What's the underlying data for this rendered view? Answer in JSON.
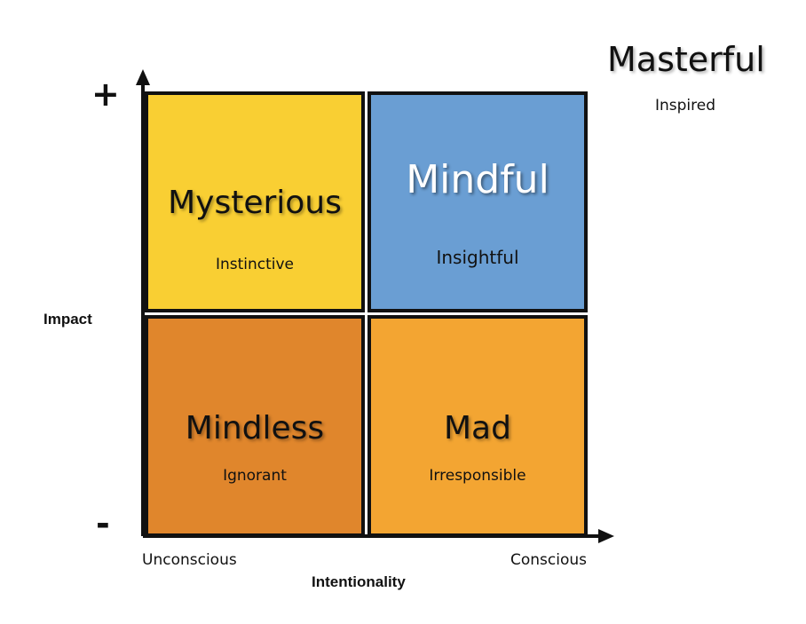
{
  "colors": {
    "mysterious": "#f9cf33",
    "mindful": "#6a9ed3",
    "mindless": "#e0862c",
    "mad": "#f3a532",
    "border": "#111111",
    "axis": "#111111"
  },
  "quadrants": {
    "top_left": {
      "title": "Mysterious",
      "subtitle": "Instinctive"
    },
    "top_right": {
      "title": "Mindful",
      "subtitle": "Insightful"
    },
    "bottom_left": {
      "title": "Mindless",
      "subtitle": "Ignorant"
    },
    "bottom_right": {
      "title": "Mad",
      "subtitle": "Irresponsible"
    }
  },
  "outside": {
    "title": "Masterful",
    "subtitle": "Inspired"
  },
  "y_axis": {
    "label": "Impact",
    "high_marker": "+",
    "low_marker": "-"
  },
  "x_axis": {
    "label": "Intentionality",
    "low_label": "Unconscious",
    "high_label": "Conscious"
  }
}
